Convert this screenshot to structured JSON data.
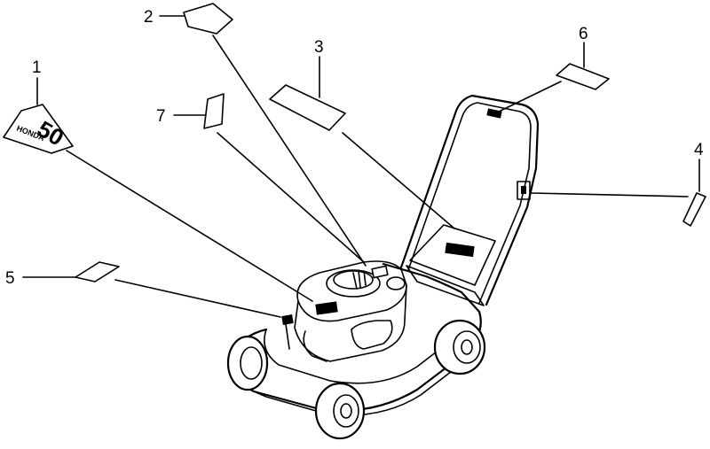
{
  "callouts": [
    {
      "id": 1,
      "label": "1"
    },
    {
      "id": 2,
      "label": "2"
    },
    {
      "id": 3,
      "label": "3"
    },
    {
      "id": 4,
      "label": "4"
    },
    {
      "id": 5,
      "label": "5"
    },
    {
      "id": 6,
      "label": "6"
    },
    {
      "id": 7,
      "label": "7"
    }
  ],
  "decals": {
    "emblem_number": "50",
    "emblem_brand": "HONDA"
  }
}
